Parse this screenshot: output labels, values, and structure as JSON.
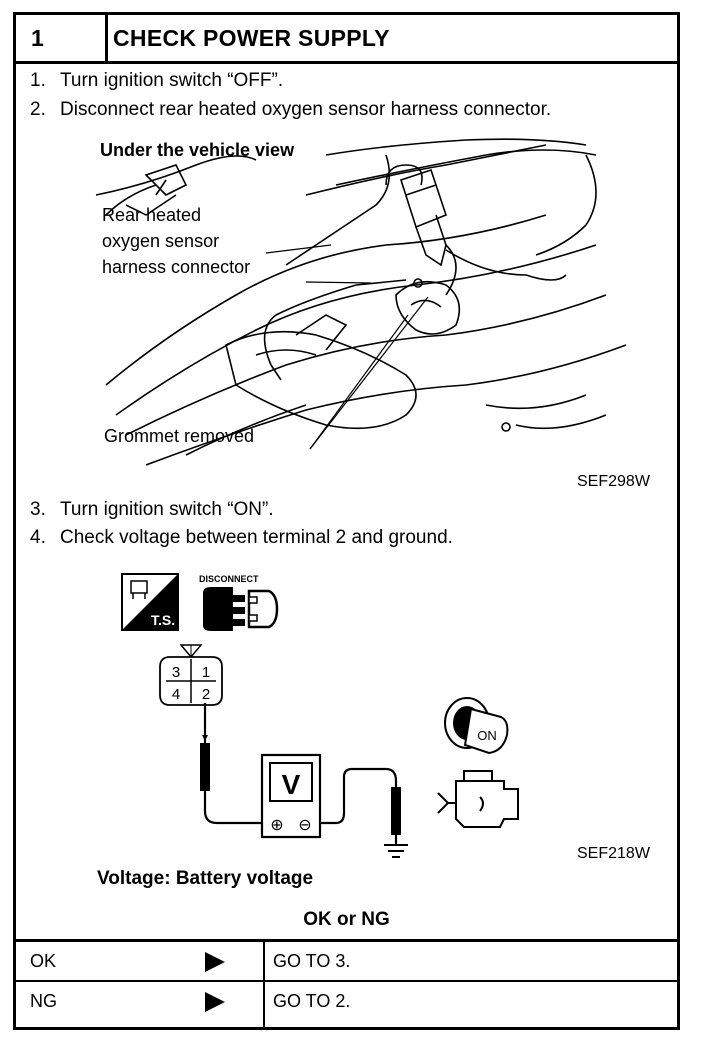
{
  "header": {
    "step_number": "1",
    "title": "CHECK POWER SUPPLY"
  },
  "instructions_a": [
    {
      "num": "1.",
      "text": "Turn ignition switch “OFF”."
    },
    {
      "num": "2.",
      "text": "Disconnect rear heated oxygen sensor harness connector."
    }
  ],
  "figure1": {
    "view_label": "Under the vehicle view",
    "callout_connector_1": "Rear heated",
    "callout_connector_2": "oxygen sensor",
    "callout_connector_3": "harness connector",
    "callout_grommet": "Grommet removed",
    "figure_id": "SEF298W"
  },
  "instructions_b": [
    {
      "num": "3.",
      "text": "Turn ignition switch “ON”."
    },
    {
      "num": "4.",
      "text": "Check voltage between terminal 2 and ground."
    }
  ],
  "figure2": {
    "ts_label": "T.S.",
    "disconnect_label": "DISCONNECT",
    "terminals": [
      "3",
      "1",
      "4",
      "2"
    ],
    "meter_label": "V",
    "key_label": "ON",
    "plus_symbol": "⊕",
    "minus_symbol": "⊖",
    "figure_id": "SEF218W"
  },
  "spec": "Voltage: Battery voltage",
  "result_title": "OK or NG",
  "results": [
    {
      "result": "OK",
      "action": "GO TO 3."
    },
    {
      "result": "NG",
      "action": "GO TO 2."
    }
  ]
}
